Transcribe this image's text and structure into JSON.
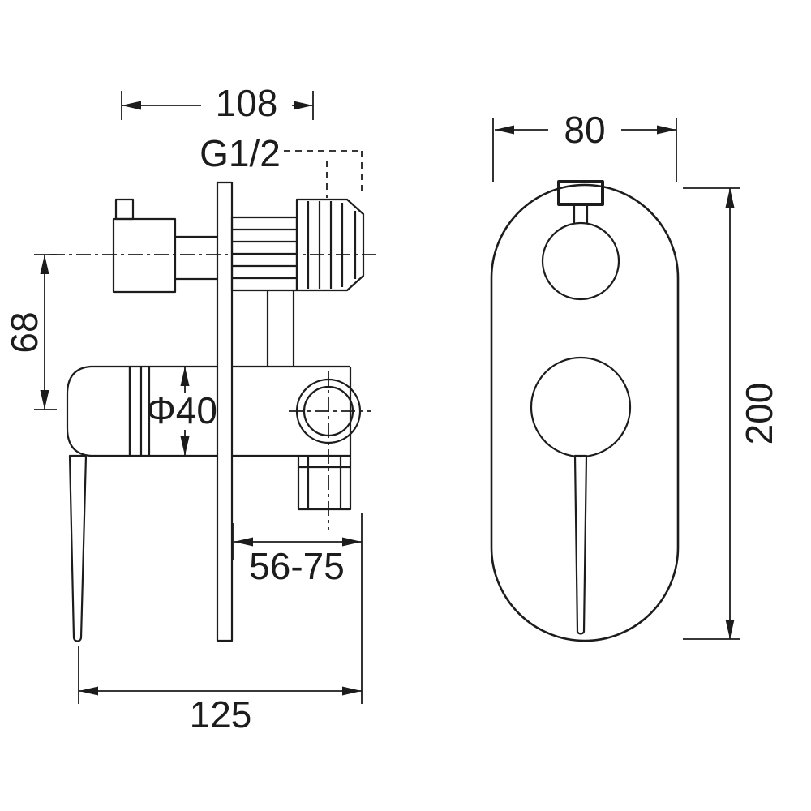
{
  "drawing": {
    "line_color": "#1c1c1c",
    "background_color": "#ffffff",
    "side_view": {
      "dim_top_width": "108",
      "thread_label": "G1/2",
      "dim_left_height": "68",
      "dim_body_diameter": "Φ40",
      "dim_depth_range": "56-75",
      "dim_bottom_width": "125"
    },
    "front_view": {
      "dim_width": "80",
      "dim_height": "200"
    }
  }
}
